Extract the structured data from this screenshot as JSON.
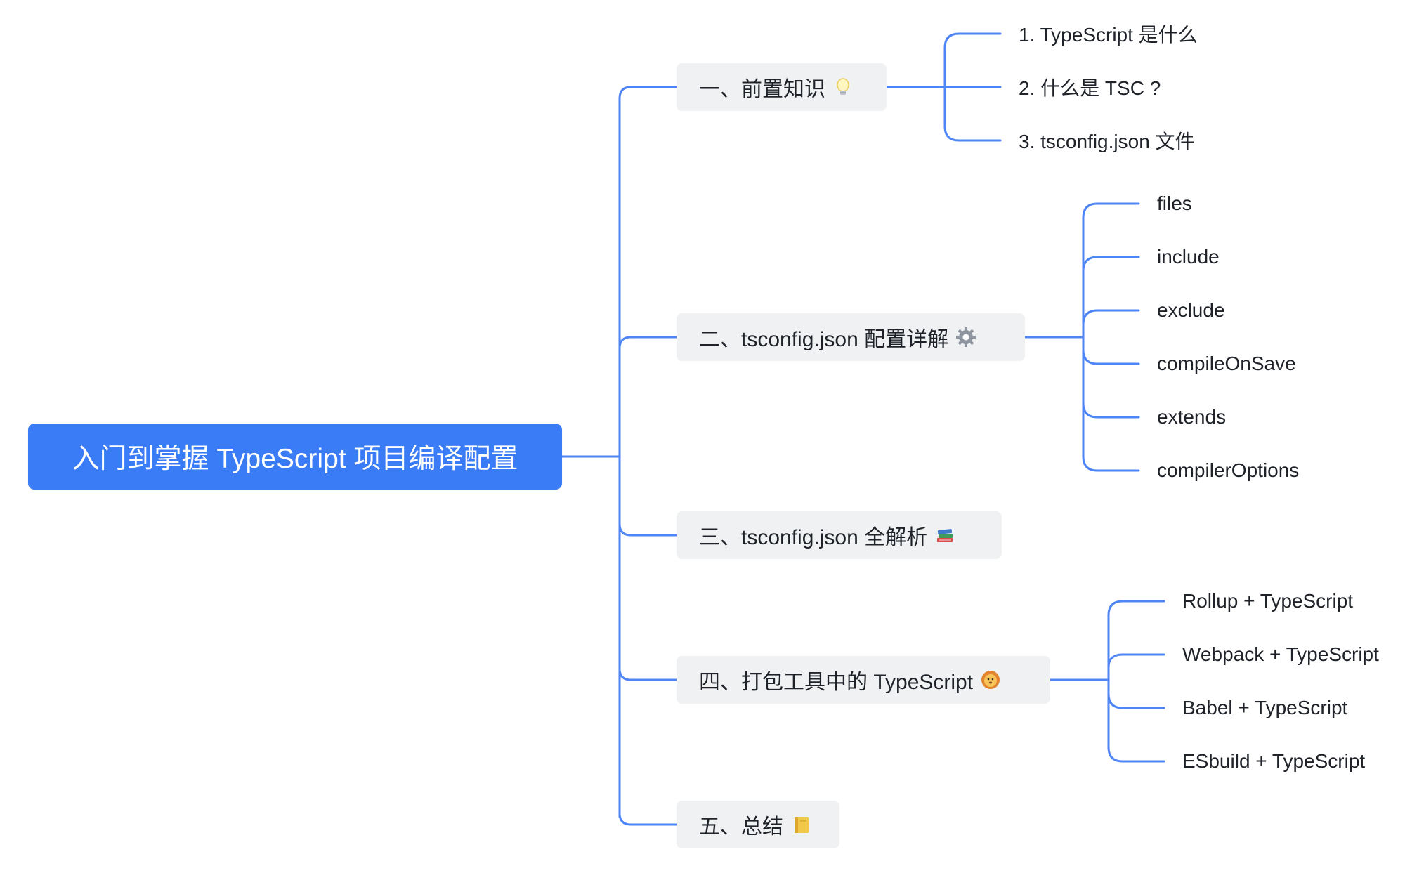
{
  "mindmap": {
    "root": "入门到掌握 TypeScript 项目编译配置",
    "colors": {
      "root_fill": "#3a7bf6",
      "connector": "#4f86f7",
      "section_fill": "#f0f1f3",
      "text": "#1f2329"
    },
    "sections": [
      {
        "label": "一、前置知识",
        "icon": "lightbulb-icon",
        "children": [
          "1. TypeScript 是什么",
          "2. 什么是 TSC ?",
          "3. tsconfig.json 文件"
        ]
      },
      {
        "label": "二、tsconfig.json 配置详解",
        "icon": "gear-icon",
        "children": [
          "files",
          "include",
          "exclude",
          "compileOnSave",
          "extends",
          "compilerOptions"
        ]
      },
      {
        "label": "三、tsconfig.json 全解析",
        "icon": "books-icon",
        "children": []
      },
      {
        "label": "四、打包工具中的 TypeScript",
        "icon": "lion-face-icon",
        "children": [
          "Rollup + TypeScript",
          "Webpack + TypeScript",
          "Babel + TypeScript",
          "ESbuild + TypeScript"
        ]
      },
      {
        "label": "五、总结",
        "icon": "notebook-icon",
        "children": []
      }
    ]
  }
}
